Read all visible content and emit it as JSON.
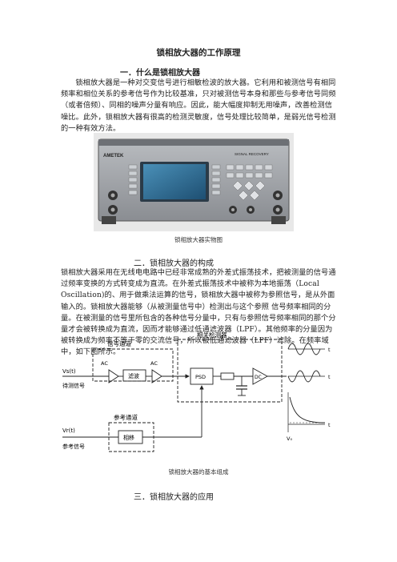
{
  "doc": {
    "title": "锁相放大器的工作原理",
    "section1": {
      "heading": "一．什么是锁相放大器",
      "paragraph": "锁相放大器是一种对交变信号进行相敏检波的放大器。它利用和被测信号有相同频率和相位关系的参考信号作为比较基准，只对被测信号本身和那些与参考信号同频（或者倍频）、同相的噪声分量有响应。因此，能大幅度抑制无用噪声，改善检测信噪比。此外，锁相放大器有很高的检测灵敏度，信号处理比较简单，是弱光信号检测的一种有效方法。",
      "photo_caption": "锁相放大器实物图",
      "device_brand": "AMETEK",
      "device_model": "SIGNAL RECOVERY"
    },
    "section2": {
      "heading": "二．锁相放大器的构成",
      "paragraph": "锁相放大器采用在无线电电路中已经非常成熟的外差式振荡技术，把被测量的信号通过频率变换的方式转变成为直流。在外差式振荡技术中被称为本地振荡（Local Oscillation)的、用于做乘法运算的信号，锁相放大器中被称为参照信号，是从外面输入的。锁相放大器能够（从被测量信号中）检测出与这个参照 信号频率相同的分量。在被测量的信号里所包含的各种信号分量中，只有与参照信号频率相同的那个分量才会被转换成为直流，因而才能够通过低通滤波器（LPF）。其他频率的分量因为被转换成为频率不等于零的交流信号，所以被低通滤波器（LPF）滤除。在频率域中，如下图所示。",
      "diagram_caption": "锁相放大器的基本组成"
    },
    "section3": {
      "heading": "三．锁相放大器的应用"
    },
    "diagram": {
      "signal_channel": "信号通道",
      "correlator": "相关检测器",
      "reference_channel": "参考通道",
      "vs_label": "Vs(t)",
      "measured_signal": "待测信号",
      "ac1": "AC",
      "filter": "滤波",
      "ac2": "AC",
      "psd": "PSD",
      "dc": "DC",
      "vr_label": "Vr(t)",
      "reference_signal": "参考信号",
      "phase_shift": "相移",
      "t1": "t",
      "t2": "t",
      "t3": "t",
      "vo": "V₀"
    }
  }
}
